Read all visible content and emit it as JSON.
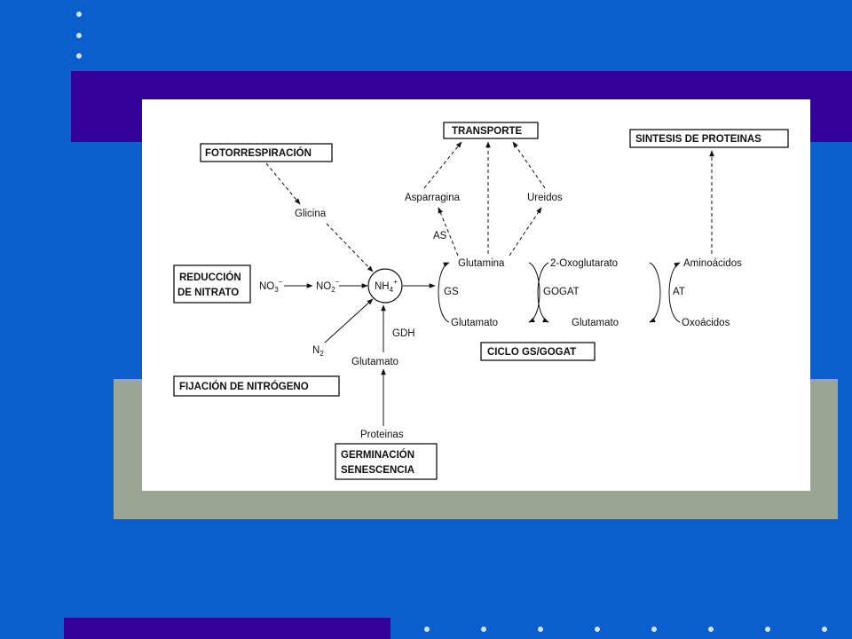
{
  "slide": {
    "colors": {
      "background": "#0a5fcc",
      "band": "#330099",
      "gray_panel": "#9aa592",
      "dots": "#d8e4f5"
    }
  },
  "diagram": {
    "boxes": {
      "fotorrespiracion": "FOTORRESPIRACIÓN",
      "transporte": "TRANSPORTE",
      "sintesis": "SINTESIS DE PROTEINAS",
      "reduccion_1": "REDUCCIÓN",
      "reduccion_2": "DE NITRATO",
      "fijacion": "FIJACIÓN DE NITRÓGENO",
      "ciclo": "CICLO GS/GOGAT",
      "germinacion_1": "GERMINACIÓN",
      "germinacion_2": "SENESCENCIA"
    },
    "labels": {
      "glicina": "Glicina",
      "asparragina": "Asparragina",
      "ureidos": "Ureidos",
      "as": "AS",
      "nh4": "NH",
      "nh4_sub": "4",
      "nh4_sup": "+",
      "no3": "NO",
      "no3_sub": "3",
      "no3_sup": "−",
      "no2": "NO",
      "no2_sub": "2",
      "no2_sup": "−",
      "n2": "N",
      "n2_sub": "2",
      "glutamina": "Glutamina",
      "gs": "GS",
      "glutamato_left": "Glutamato",
      "oxoglutarato": "2-Oxoglutarato",
      "gogat": "GOGAT",
      "glutamato_mid": "Glutamato",
      "aminoacidos": "Aminoácidos",
      "at": "AT",
      "oxoacidos": "Oxoácidos",
      "gdh": "GDH",
      "glutamato_bottom": "Glutamato",
      "proteinas": "Proteinas"
    }
  }
}
